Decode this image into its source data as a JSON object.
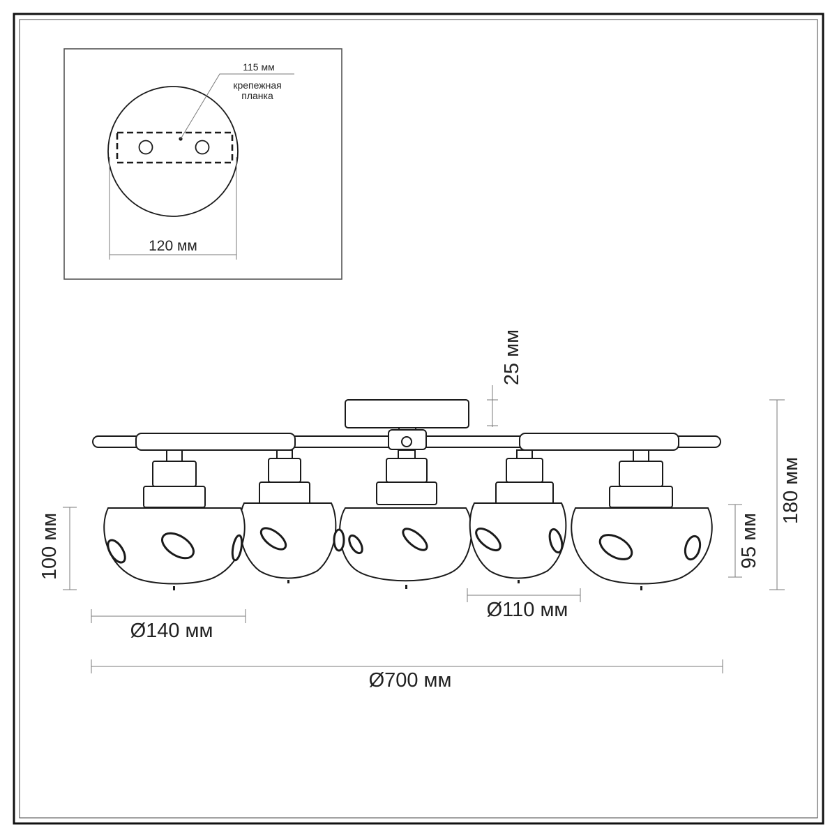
{
  "colors": {
    "line": "#1a1a1a",
    "dim_line": "#7a7a7a",
    "frame_outer": "#111111",
    "frame_inner": "#444444",
    "inset_border": "#555555"
  },
  "mount_detail": {
    "bracket_width": "115 мм",
    "bracket_name_line1": "крепежная",
    "bracket_name_line2": "планка",
    "plate_diameter": "120 мм"
  },
  "fixture": {
    "shade_count": 5,
    "canopy_height": "25 мм",
    "total_height": "180 мм",
    "outer_shade_height": "100 мм",
    "inner_shade_height": "95 мм",
    "outer_shade_diameter": "Ø140 мм",
    "inner_shade_diameter": "Ø110 мм",
    "overall_diameter": "Ø700 мм"
  }
}
